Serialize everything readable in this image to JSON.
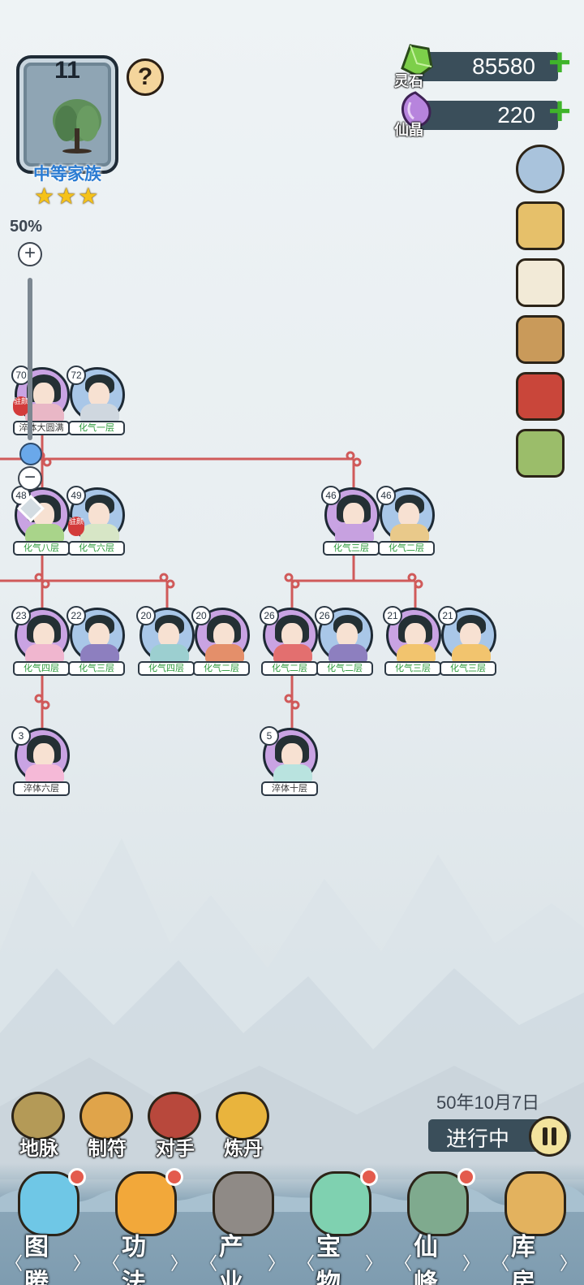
{
  "clan": {
    "level": "11",
    "name": "中等家族",
    "stars": 3,
    "help_symbol": "?"
  },
  "zoom": {
    "percent": "50%",
    "plus_symbol": "+",
    "minus_symbol": "−",
    "level": 0.5
  },
  "currency": [
    {
      "label": "灵石",
      "value": "85580",
      "plus": "+",
      "color": "#6abf3a"
    },
    {
      "label": "仙晶",
      "value": "220",
      "plus": "+",
      "color": "#b07ad8"
    }
  ],
  "side_menu": [
    {
      "icon": "settings-gear-icon",
      "color": "#a9c3dc"
    },
    {
      "icon": "scroll-map-icon",
      "color": "#e6c06a"
    },
    {
      "icon": "document-list-icon",
      "color": "#f2ead7"
    },
    {
      "icon": "rolled-scroll-icon",
      "color": "#c99a5a"
    },
    {
      "icon": "red-book-icon",
      "color": "#c9463a"
    },
    {
      "icon": "gift-box-icon",
      "color": "#9bbd6a"
    }
  ],
  "members": [
    {
      "id": "g1a",
      "age": "70",
      "realm": "淬体大圆满",
      "gender": "f",
      "tag": "驻颜",
      "robe": "#e9b7c6",
      "ring": "#c9a3e3"
    },
    {
      "id": "g1b",
      "age": "72",
      "realm": "化气一层",
      "gender": "m",
      "robe": "#cfd7df",
      "ring": "#a9c7e8"
    },
    {
      "id": "g2a",
      "age": "48",
      "realm": "化气八层",
      "gender": "f",
      "robe": "#a9d48a",
      "ring": "#c9a3e3"
    },
    {
      "id": "g2b",
      "age": "49",
      "realm": "化气六层",
      "gender": "m",
      "tag": "驻颜",
      "robe": "#d7e6c6",
      "ring": "#a9c7e8"
    },
    {
      "id": "g2c",
      "age": "46",
      "realm": "化气三层",
      "gender": "f",
      "robe": "#c7a1e0",
      "ring": "#c9a3e3"
    },
    {
      "id": "g2d",
      "age": "46",
      "realm": "化气二层",
      "gender": "m",
      "robe": "#e9c98a",
      "ring": "#a9c7e8"
    },
    {
      "id": "g3a",
      "age": "23",
      "realm": "化气四层",
      "gender": "f",
      "robe": "#f0b6cf",
      "ring": "#c9a3e3"
    },
    {
      "id": "g3b",
      "age": "22",
      "realm": "化气三层",
      "gender": "m",
      "robe": "#8d7fbf",
      "ring": "#a9c7e8"
    },
    {
      "id": "g3c",
      "age": "20",
      "realm": "化气四层",
      "gender": "m",
      "robe": "#9ccfd0",
      "ring": "#a9c7e8"
    },
    {
      "id": "g3d",
      "age": "20",
      "realm": "化气二层",
      "gender": "f",
      "robe": "#e48f6a",
      "ring": "#c9a3e3"
    },
    {
      "id": "g3e",
      "age": "26",
      "realm": "化气二层",
      "gender": "f",
      "robe": "#e36f6f",
      "ring": "#c9a3e3"
    },
    {
      "id": "g3f",
      "age": "26",
      "realm": "化气二层",
      "gender": "m",
      "robe": "#8d7fbf",
      "ring": "#a9c7e8"
    },
    {
      "id": "g3g",
      "age": "21",
      "realm": "化气三层",
      "gender": "f",
      "robe": "#f2c46e",
      "ring": "#c9a3e3"
    },
    {
      "id": "g3h",
      "age": "21",
      "realm": "化气三层",
      "gender": "m",
      "robe": "#f2c46e",
      "ring": "#a9c7e8"
    },
    {
      "id": "g4a",
      "age": "3",
      "realm": "淬体六层",
      "gender": "f",
      "robe": "#f5b9d7",
      "ring": "#c9a3e3"
    },
    {
      "id": "g4b",
      "age": "5",
      "realm": "淬体十层",
      "gender": "f",
      "robe": "#b9e3df",
      "ring": "#c9a3e3"
    }
  ],
  "game_date": "50年10月7日",
  "status": {
    "label": "进行中"
  },
  "quick_actions": [
    {
      "label": "地脉",
      "icon": "earth-vein-icon",
      "color": "#b49a57"
    },
    {
      "label": "制符",
      "icon": "talisman-icon",
      "color": "#e0a44a"
    },
    {
      "label": "对手",
      "icon": "rival-gate-icon",
      "color": "#b8483c"
    },
    {
      "label": "炼丹",
      "icon": "alchemy-cauldron-icon",
      "color": "#e9b43d"
    }
  ],
  "bottom_nav": [
    {
      "label": "图腾",
      "icon": "totem-mirror-icon",
      "color": "#6fc7e6",
      "notify": true
    },
    {
      "label": "功法",
      "icon": "technique-flame-icon",
      "color": "#f2a83a",
      "notify": true
    },
    {
      "label": "产业",
      "icon": "industry-mountain-icon",
      "color": "#8f8a86",
      "notify": false
    },
    {
      "label": "宝物",
      "icon": "treasure-jade-icon",
      "color": "#7fd1b0",
      "notify": true
    },
    {
      "label": "仙峰",
      "icon": "immortal-peak-icon",
      "color": "#7faa8e",
      "notify": true
    },
    {
      "label": "库房",
      "icon": "storage-bag-icon",
      "color": "#e3b25e",
      "notify": false
    }
  ]
}
